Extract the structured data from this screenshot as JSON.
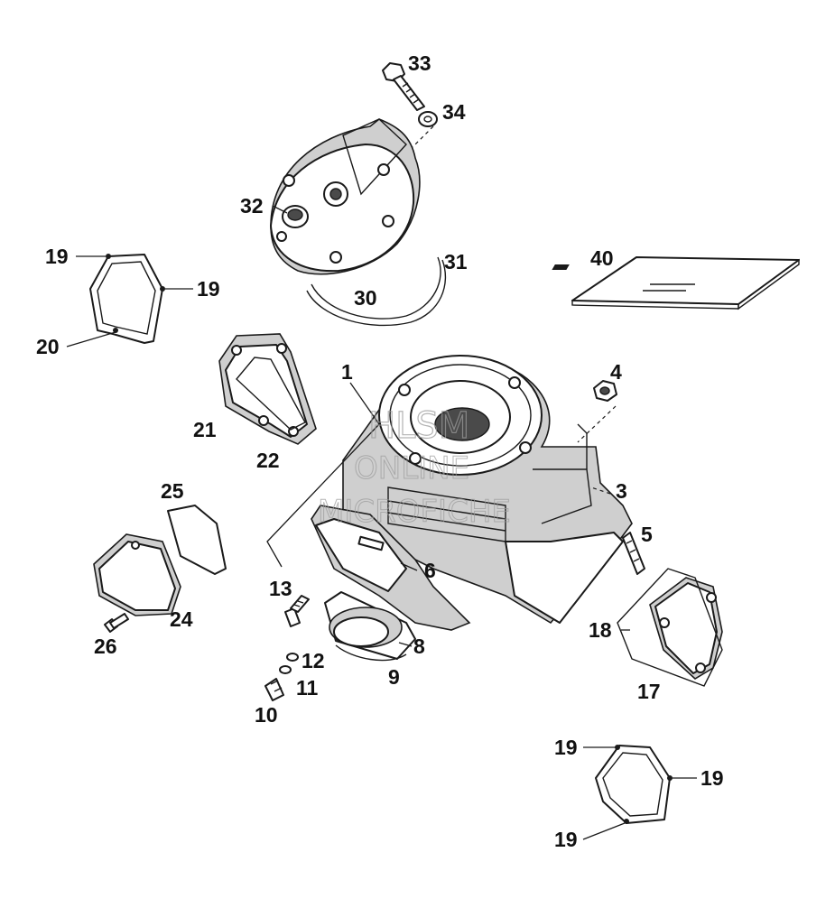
{
  "callouts": {
    "c1": "1",
    "c3": "3",
    "c4": "4",
    "c5": "5",
    "c6": "6",
    "c8": "8",
    "c9": "9",
    "c10": "10",
    "c11": "11",
    "c12": "12",
    "c13": "13",
    "c17": "17",
    "c18": "18",
    "c19a": "19",
    "c19b": "19",
    "c19c": "19",
    "c19d": "19",
    "c19e": "19",
    "c20": "20",
    "c21": "21",
    "c22": "22",
    "c24": "24",
    "c25": "25",
    "c26": "26",
    "c30": "30",
    "c31": "31",
    "c32": "32",
    "c33": "33",
    "c34": "34",
    "c40": "40"
  },
  "watermark": {
    "line1": "HLSM",
    "line2": "ONLINE",
    "line3": "MICROFICHE"
  },
  "colors": {
    "ink": "#1a1a1a",
    "watermark": "#9a9a9a",
    "background": "#ffffff"
  }
}
